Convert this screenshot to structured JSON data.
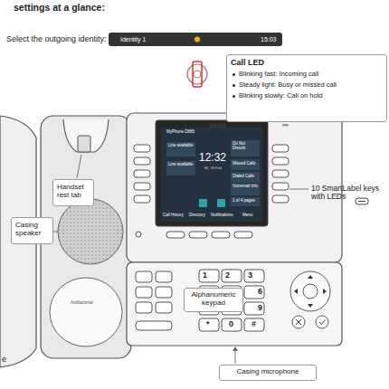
{
  "diagram": {
    "nodes": [
      {
        "text": [
          "Call LED",
          "Blinking fast: Incoming call",
          "Steady light: Busy or missed call",
          "Blinking slowly: Call on hold"
        ]
      },
      {
        "text": [
          "Handset rest tab"
        ]
      },
      {
        "text": [
          "Casing speaker"
        ]
      },
      {
        "text": [
          "Alphanumeric keypad"
        ]
      },
      {
        "text": [
          "Casing microphone"
        ]
      }
    ],
    "labels": [
      "settings at a glance:",
      "Select the outgoing identity:",
      "Identity 1",
      "15:03",
      "10 SmartLabel keys with LEDs",
      "snom",
      "MyPhone D865",
      "Line available",
      "Line available",
      "12:32",
      "Mi, 18 Feb",
      "Do Not Disturb",
      "Missed Calls",
      "Dialed Calls",
      "Voicemail Info",
      "1 of 4 pages",
      "Call History",
      "Directory",
      "Notifications",
      "Menu",
      "1",
      "2",
      "3",
      "6",
      "9",
      "*",
      "0",
      "#",
      "Antibacterial",
      "e"
    ]
  }
}
